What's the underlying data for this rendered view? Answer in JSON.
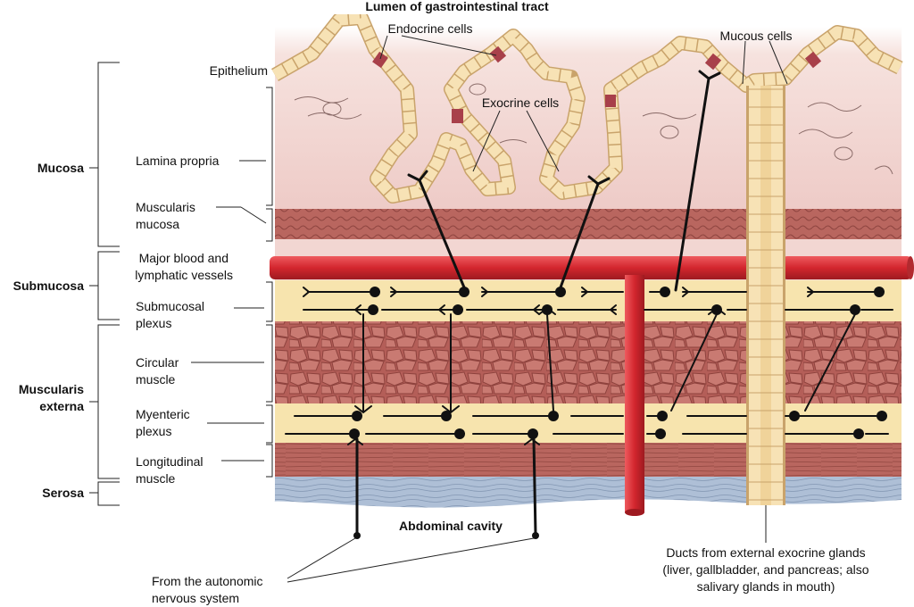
{
  "title": "Lumen of gastrointestinal tract",
  "bottom_label": "Abdominal cavity",
  "layer_labels": {
    "epithelium": "Epithelium",
    "lamina_propria": "Lamina propria",
    "muscularis_mucosa_1": "Muscularis",
    "muscularis_mucosa_2": "mucosa",
    "blood_vessels_1": "Major blood and",
    "blood_vessels_2": "lymphatic vessels",
    "submucosal_plexus_1": "Submucosal",
    "submucosal_plexus_2": "plexus",
    "circular_muscle_1": "Circular",
    "circular_muscle_2": "muscle",
    "myenteric_plexus_1": "Myenteric",
    "myenteric_plexus_2": "plexus",
    "longitudinal_muscle_1": "Longitudinal",
    "longitudinal_muscle_2": "muscle"
  },
  "group_labels": {
    "mucosa": "Mucosa",
    "submucosa": "Submucosa",
    "muscularis_externa_1": "Muscularis",
    "muscularis_externa_2": "externa",
    "serosa": "Serosa"
  },
  "cell_labels": {
    "endocrine": "Endocrine cells",
    "exocrine": "Exocrine cells",
    "mucous": "Mucous cells"
  },
  "annotations": {
    "autonomic_1": "From the autonomic",
    "autonomic_2": "nervous system",
    "ducts_1": "Ducts from external exocrine glands",
    "ducts_2": "(liver, gallbladder, and pancreas; also",
    "ducts_3": "salivary glands in mouth)"
  },
  "colors": {
    "mucosa": "#f2d6d2",
    "muscle": "#b8655f",
    "plexus": "#f7e4ae",
    "vessel": "#d7343a",
    "serosa": "#a9bcd4",
    "epithelial_cell": "#f7e2b5",
    "endocrine_cell": "#a8404a",
    "nerve": "#111111"
  }
}
